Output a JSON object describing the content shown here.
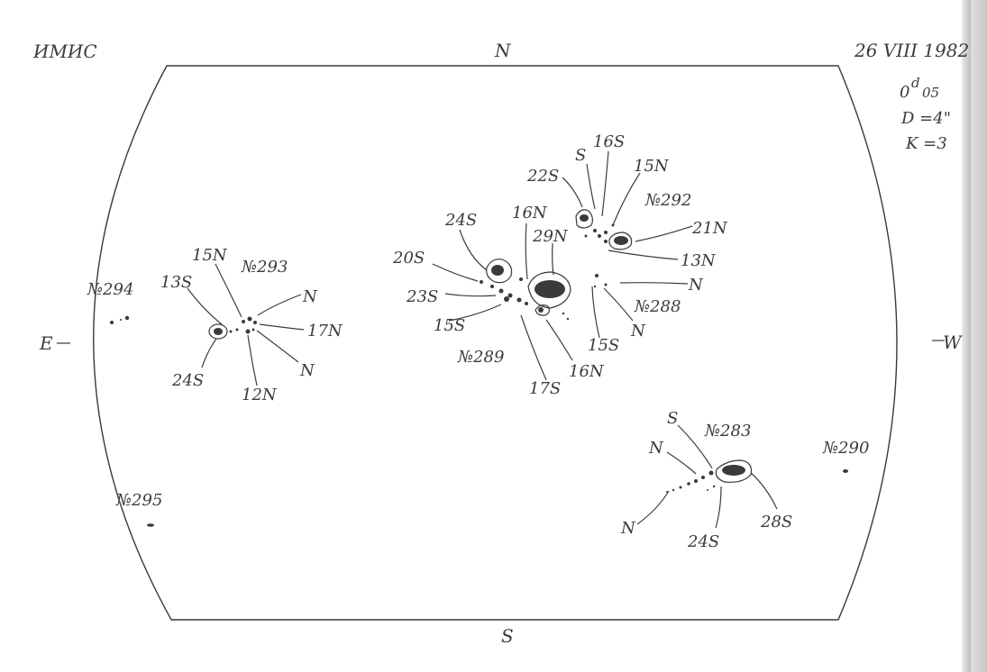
{
  "header": {
    "institute": "ИМИС",
    "date": "26 VIII 1982",
    "time_hours": "0",
    "time_unit": "d",
    "time_fraction": "05",
    "diameter": "D =4\"",
    "k_value": "K =3"
  },
  "compass": {
    "north": "N",
    "south": "S",
    "east": "E",
    "west": "W"
  },
  "groups": {
    "g283": {
      "number": "№283",
      "labels": [
        "S",
        "N",
        "N",
        "24S",
        "28S"
      ]
    },
    "g288": {
      "number": "№288",
      "labels": [
        "N",
        "15S",
        "N"
      ]
    },
    "g289": {
      "number": "№289",
      "labels": [
        "24S",
        "16N",
        "29N",
        "20S",
        "23S",
        "15S",
        "17S",
        "16N"
      ]
    },
    "g290": {
      "number": "№290",
      "labels": []
    },
    "g292": {
      "number": "№292",
      "labels": [
        "16S",
        "S",
        "22S",
        "15N",
        "21N",
        "13N"
      ]
    },
    "g293": {
      "number": "№293",
      "labels": [
        "15N",
        "13S",
        "N",
        "17N",
        "N",
        "24S",
        "12N"
      ]
    },
    "g294": {
      "number": "№294",
      "labels": []
    },
    "g295": {
      "number": "№295",
      "labels": []
    }
  },
  "colors": {
    "ink": "#3a3a3a",
    "paper": "#ffffff",
    "page_edge": "#d4d4d4"
  }
}
